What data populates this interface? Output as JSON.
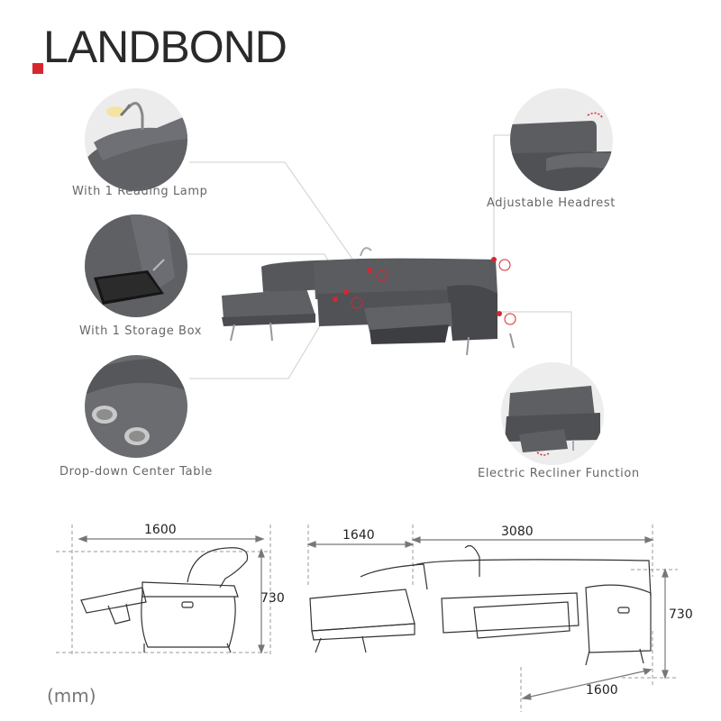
{
  "brand": {
    "name": "LANDBOND",
    "accent": "#d8262f"
  },
  "features": {
    "reading_lamp": "With 1 Reading Lamp",
    "storage_box": "With 1 Storage Box",
    "center_table": "Drop-down Center Table",
    "headrest": "Adjustable Headrest",
    "recliner": "Electric Recliner Function"
  },
  "dimensions": {
    "side_depth": "1600",
    "side_height": "730",
    "chaise_width": "1640",
    "sofa_width": "3080",
    "front_height": "730",
    "front_depth": "1600",
    "unit": "(mm)"
  },
  "colors": {
    "fabric": "#5d5f63",
    "fabric_dark": "#4a4c50",
    "line": "#cfcfcf",
    "marker": "#d8262f"
  }
}
